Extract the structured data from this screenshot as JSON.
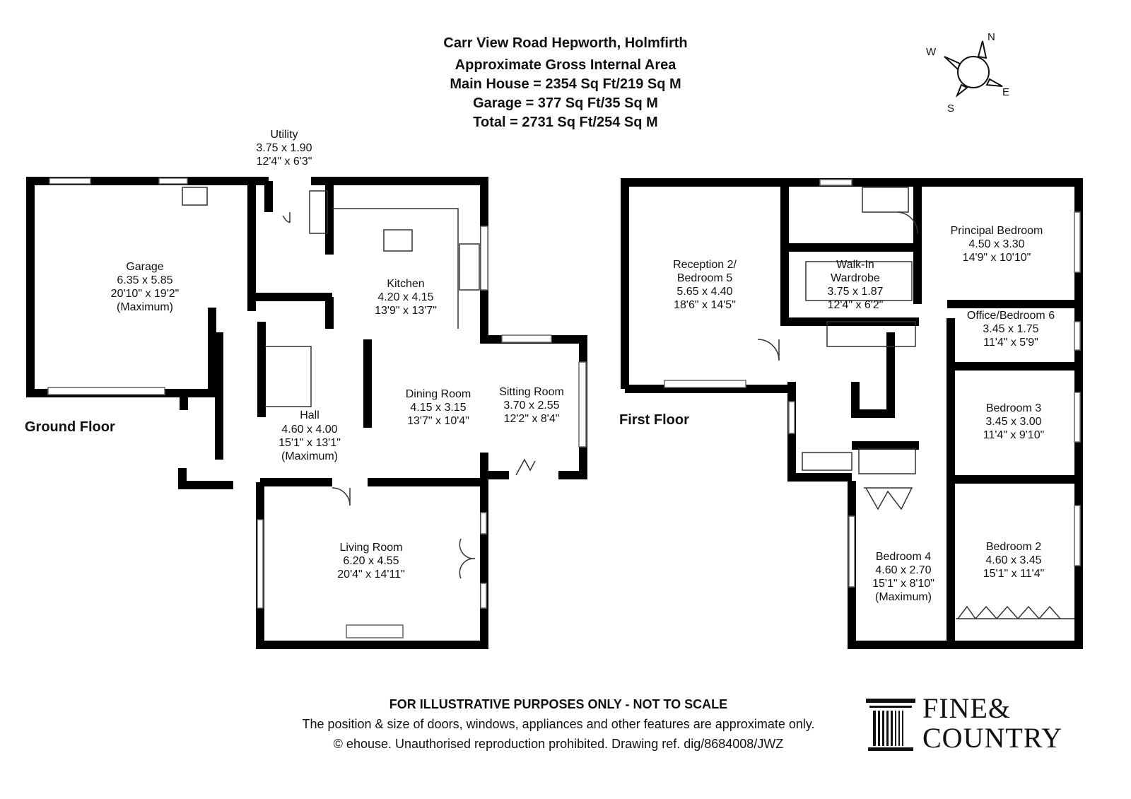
{
  "header": {
    "address": "Carr View Road Hepworth, Holmfirth",
    "subtitle": "Approximate Gross Internal Area",
    "main_house": "Main House = 2354 Sq Ft/219 Sq M",
    "garage": "Garage = 377 Sq Ft/35 Sq M",
    "total": "Total = 2731 Sq Ft/254 Sq M"
  },
  "compass": {
    "n": "N",
    "e": "E",
    "s": "S",
    "w": "W"
  },
  "ground_floor": {
    "label": "Ground Floor",
    "rooms": [
      {
        "name": "Utility",
        "metric": "3.75 x 1.90",
        "imperial": "12'4\" x 6'3\""
      },
      {
        "name": "Garage",
        "metric": "6.35 x 5.85",
        "imperial": "20'10\" x 19'2\"",
        "note": "(Maximum)"
      },
      {
        "name": "Kitchen",
        "metric": "4.20 x 4.15",
        "imperial": "13'9\" x 13'7\""
      },
      {
        "name": "Dining Room",
        "metric": "4.15 x 3.15",
        "imperial": "13'7\" x 10'4\""
      },
      {
        "name": "Sitting Room",
        "metric": "3.70 x 2.55",
        "imperial": "12'2\" x 8'4\""
      },
      {
        "name": "Hall",
        "metric": "4.60 x 4.00",
        "imperial": "15'1\" x 13'1\"",
        "note": "(Maximum)"
      },
      {
        "name": "Living Room",
        "metric": "6.20 x 4.55",
        "imperial": "20'4\" x 14'11\""
      }
    ]
  },
  "first_floor": {
    "label": "First Floor",
    "rooms": [
      {
        "name": "Reception 2/",
        "name2": "Bedroom 5",
        "metric": "5.65 x 4.40",
        "imperial": "18'6\" x 14'5\""
      },
      {
        "name": "Walk-In",
        "name2": "Wardrobe",
        "metric": "3.75 x 1.87",
        "imperial": "12'4\" x 6'2\""
      },
      {
        "name": "Principal Bedroom",
        "metric": "4.50 x 3.30",
        "imperial": "14'9\" x 10'10\""
      },
      {
        "name": "Office/Bedroom 6",
        "metric": "3.45 x 1.75",
        "imperial": "11'4\" x 5'9\""
      },
      {
        "name": "Bedroom 3",
        "metric": "3.45 x 3.00",
        "imperial": "11'4\" x 9'10\""
      },
      {
        "name": "Bedroom 4",
        "metric": "4.60 x 2.70",
        "imperial": "15'1\" x 8'10\"",
        "note": "(Maximum)"
      },
      {
        "name": "Bedroom 2",
        "metric": "4.60 x 3.45",
        "imperial": "15'1\" x 11'4\""
      }
    ]
  },
  "footer": {
    "disclaimer": "FOR ILLUSTRATIVE PURPOSES ONLY - NOT TO SCALE",
    "note": "The position & size of doors, windows, appliances and other features are approximate only.",
    "copyright": "© ehouse. Unauthorised reproduction prohibited. Drawing ref. dig/8684008/JWZ"
  },
  "logo": {
    "line1": "FINE&",
    "line2": "COUNTRY"
  }
}
